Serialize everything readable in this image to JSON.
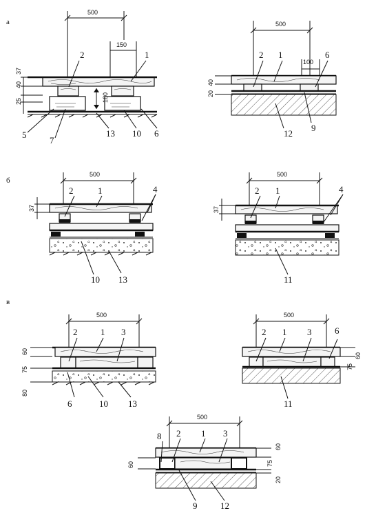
{
  "sections": {
    "a": "а",
    "b": "б",
    "v": "в"
  },
  "a1": {
    "dim_total": "500",
    "dim_right": "150",
    "dim_v1": "25",
    "dim_v2": "40",
    "dim_v3": "37",
    "dim_v4": "180",
    "callouts": [
      "2",
      "1",
      "5",
      "7",
      "13",
      "10",
      "6"
    ]
  },
  "a2": {
    "dim_total": "500",
    "dim_right": "100",
    "dim_v1": "20",
    "dim_v2": "40",
    "callouts": [
      "2",
      "1",
      "6",
      "12",
      "9"
    ]
  },
  "b1": {
    "dim_total": "500",
    "dim_v1": "37",
    "callouts": [
      "2",
      "1",
      "4",
      "10",
      "13"
    ]
  },
  "b2": {
    "dim_total": "500",
    "dim_v1": "37",
    "callouts": [
      "2",
      "1",
      "4",
      "11"
    ]
  },
  "v1": {
    "dim_total": "500",
    "dim_v1": "60",
    "dim_v2": "75",
    "dim_v3": "80",
    "callouts": [
      "2",
      "1",
      "3",
      "6",
      "10",
      "13"
    ]
  },
  "v2": {
    "dim_total": "500",
    "dim_v1": "75",
    "dim_v2": "60",
    "callouts": [
      "2",
      "1",
      "3",
      "6",
      "11"
    ]
  },
  "v3": {
    "dim_total": "500",
    "dim_v1": "60",
    "dim_v2": "60",
    "dim_v3": "75",
    "dim_v4": "20",
    "callouts": [
      "8",
      "2",
      "1",
      "3",
      "9",
      "12"
    ]
  }
}
